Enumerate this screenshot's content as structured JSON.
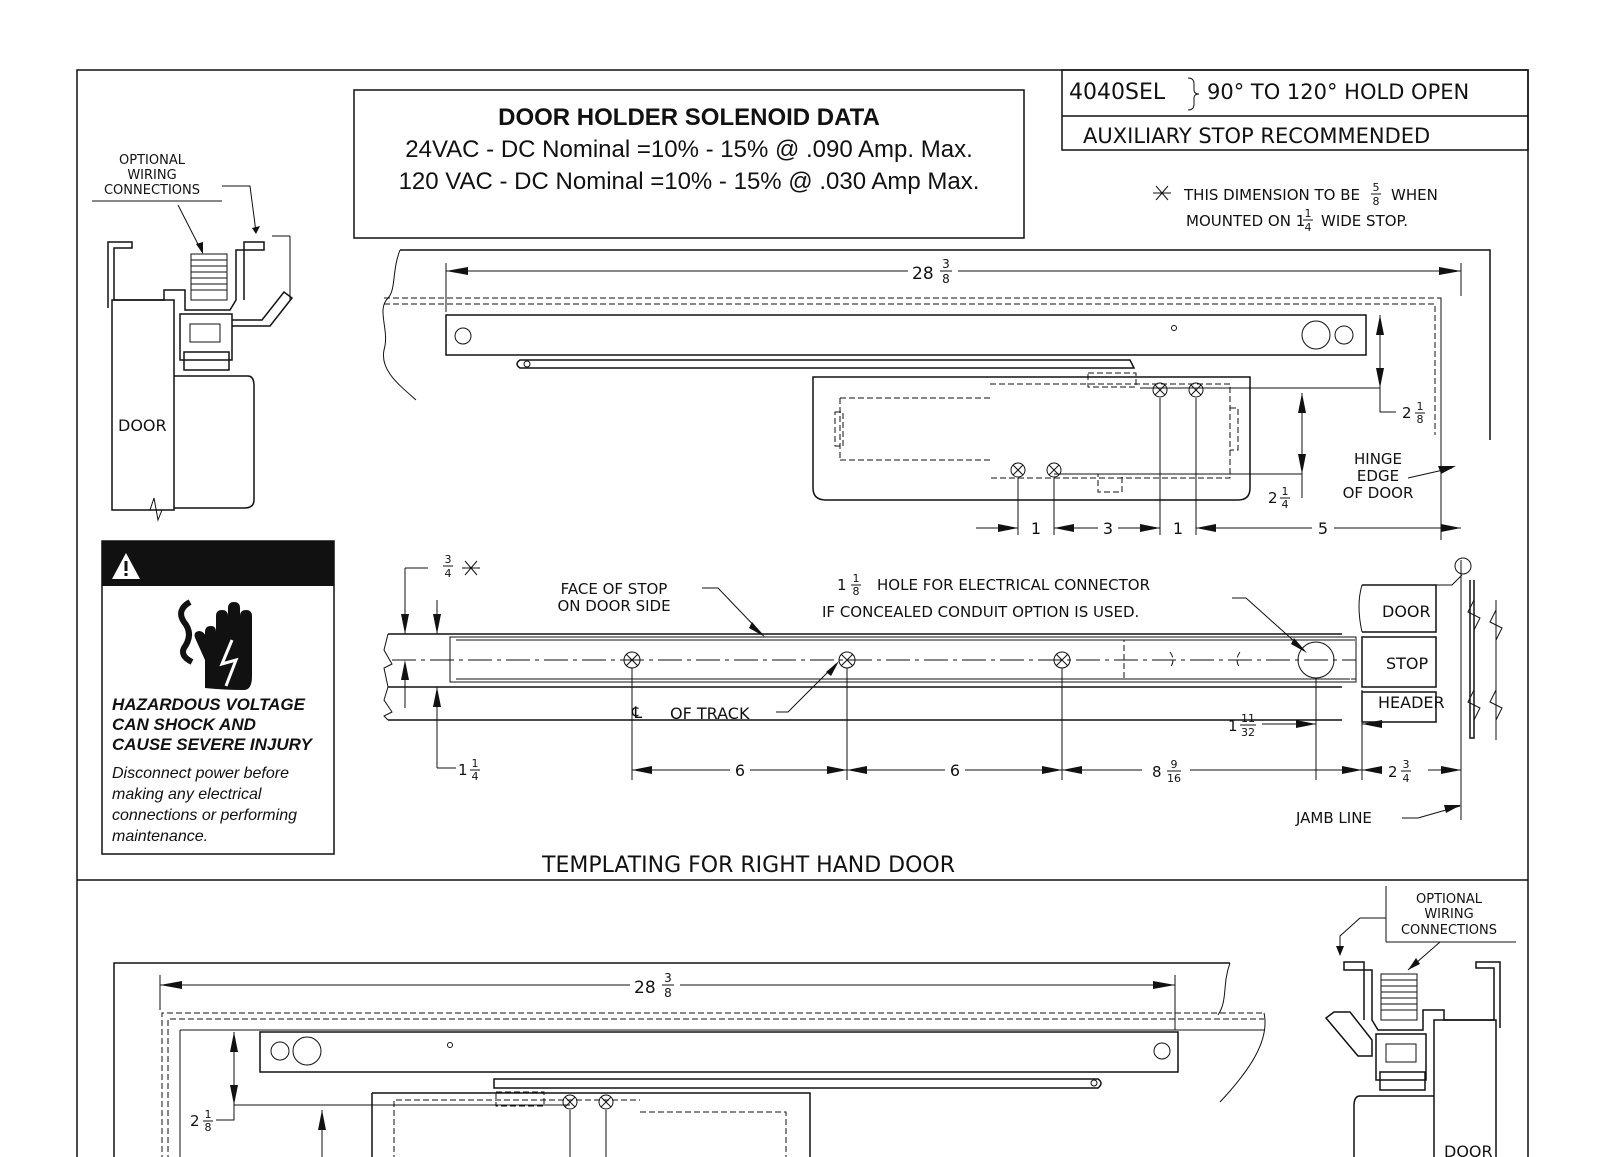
{
  "title_block": {
    "model": "4040SEL",
    "hold_open": "90° TO 120° HOLD OPEN",
    "recommendation": "AUXILIARY STOP RECOMMENDED"
  },
  "note": {
    "line1": "THIS DIMENSION TO BE 5/8 WHEN",
    "line2": "MOUNTED ON 1 1/4 WIDE STOP."
  },
  "solenoid": {
    "title": "DOOR HOLDER SOLENOID DATA",
    "line1": "24VAC - DC Nominal =10% - 15% @ .090 Amp. Max.",
    "line2": "120 VAC - DC Nominal =10% - 15% @ .030 Amp Max."
  },
  "warning": {
    "heading": "WARNING",
    "hazard": [
      "HAZARDOUS VOLTAGE",
      "CAN SHOCK AND",
      "CAUSE SEVERE INJURY"
    ],
    "instructions": [
      "Disconnect power before",
      "making any electrical",
      "connections or performing",
      "maintenance."
    ]
  },
  "labels": {
    "optional_wiring": [
      "OPTIONAL",
      "WIRING",
      "CONNECTIONS"
    ],
    "door": "DOOR",
    "stop": "STOP",
    "header": "HEADER",
    "hinge_edge": [
      "HINGE",
      "EDGE",
      "OF DOOR"
    ],
    "face_of_stop": [
      "FACE OF STOP",
      "ON DOOR SIDE"
    ],
    "hole_note": [
      "1 1/8 HOLE FOR ELECTRICAL CONNECTOR",
      "IF CONCEALED CONDUIT OPTION IS USED."
    ],
    "cl_track": "OF TRACK",
    "jamb_line": "JAMB LINE",
    "templating": "TEMPLATING FOR RIGHT HAND DOOR"
  },
  "dimensions": {
    "overall": "28 3/8",
    "arm_drop": "2 1/8",
    "body_drop": "2 1/4",
    "mount_spacing": [
      "1",
      "3",
      "1",
      "5"
    ],
    "stop_offset": "3/4",
    "stop_width": "1 1/4",
    "hole_offset": "1 11/32",
    "screw_spacing": [
      "6",
      "6",
      "8 9/16",
      "2 3/4"
    ]
  },
  "colors": {
    "line": "#111111",
    "warning_bg": "#111111",
    "paper": "#ffffff"
  }
}
